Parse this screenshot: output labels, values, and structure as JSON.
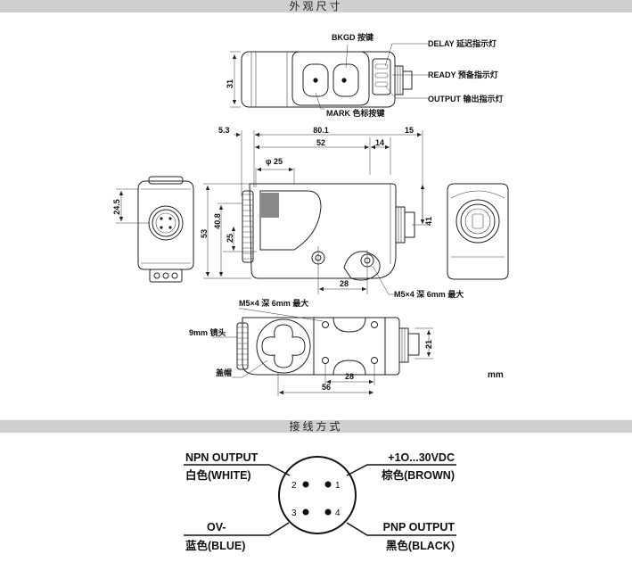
{
  "headings": {
    "dimensions": "外观尺寸",
    "wiring": "接线方式"
  },
  "top_view": {
    "bkgd": "BKGD 按键",
    "delay": "DELAY 延迟指示灯",
    "ready": "READY 预备指示灯",
    "output": "OUTPUT 输出指示灯",
    "mark": "MARK 色标按键",
    "height": "31"
  },
  "front_view": {
    "d5_3": "5.3",
    "d80_1": "80.1",
    "d52": "52",
    "d14": "14",
    "d15": "15",
    "phi25": "φ 25",
    "d40_8": "40.8",
    "d53": "53",
    "d25": "25",
    "d41": "41",
    "d28": "28",
    "m5": "M5×4 深 6mm 最大"
  },
  "left_view": {
    "d24_5": "24.5"
  },
  "bottom_view": {
    "m5": "M5×4 深 6mm 最大",
    "lens": "9mm 镜头",
    "cap": "盖帽",
    "d21": "21",
    "d28": "28",
    "d56": "56"
  },
  "unit": "mm",
  "wiring": {
    "npn_title": "NPN OUTPUT",
    "npn_color": "白色(WHITE)",
    "pwr_title": "+1O...30VDC",
    "pwr_color": "棕色(BROWN)",
    "gnd_title": "OV-",
    "gnd_color": "蓝色(BLUE)",
    "pnp_title": "PNP OUTPUT",
    "pnp_color": "黑色(BLACK)",
    "pin1": "1",
    "pin2": "2",
    "pin3": "3",
    "pin4": "4"
  }
}
